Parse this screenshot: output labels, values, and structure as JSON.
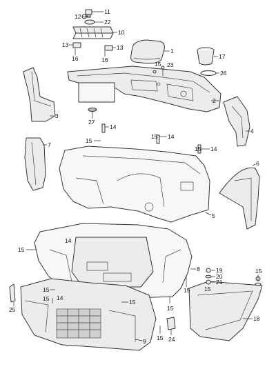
{
  "callouts": {
    "c1": "1",
    "c2": "2",
    "c3": "3",
    "c4": "4",
    "c5": "5",
    "c6": "6",
    "c7": "7",
    "c8": "8",
    "c9": "9",
    "c10": "10",
    "c11": "11",
    "c12": "12",
    "c13a": "13",
    "c13b": "13",
    "c14a": "14",
    "c14b": "14",
    "c14c": "14",
    "c14d": "14",
    "c14e": "14",
    "c15a": "15",
    "c15b": "15",
    "c15c": "15",
    "c15d": "15",
    "c15e": "15",
    "c15f": "15",
    "c15g": "15",
    "c15h": "15",
    "c15i": "15",
    "c15j": "15",
    "c15k": "15",
    "c15l": "15",
    "c15m": "15",
    "c16a": "16",
    "c16b": "16",
    "c17": "17",
    "c18": "18",
    "c19": "19",
    "c20": "20",
    "c21": "21",
    "c22": "22",
    "c23": "23",
    "c24": "24",
    "c25": "25",
    "c26": "26",
    "c27": "27"
  }
}
